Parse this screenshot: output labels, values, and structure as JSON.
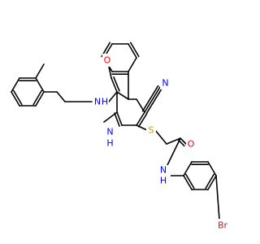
{
  "molecule": {
    "colors": {
      "bond": "#000000",
      "C": "#000000",
      "N": "#0000ff",
      "O": "#ff0000",
      "S": "#c8a000",
      "Br": "#a52a2a"
    },
    "atoms": [
      {
        "id": "n_amide",
        "text": "N",
        "sub": "H",
        "element": "N"
      },
      {
        "id": "o_amide",
        "text": "O",
        "element": "O"
      },
      {
        "id": "n_cyano",
        "text": "N",
        "element": "N"
      },
      {
        "id": "n_ring",
        "text": "N",
        "sub": "H",
        "element": "N"
      },
      {
        "id": "s",
        "text": "S",
        "element": "S"
      },
      {
        "id": "o_acet",
        "text": "O",
        "element": "O"
      },
      {
        "id": "n_anil",
        "text": "N",
        "sub": "H",
        "element": "N"
      },
      {
        "id": "br",
        "text": "Br",
        "element": "Br"
      }
    ]
  }
}
